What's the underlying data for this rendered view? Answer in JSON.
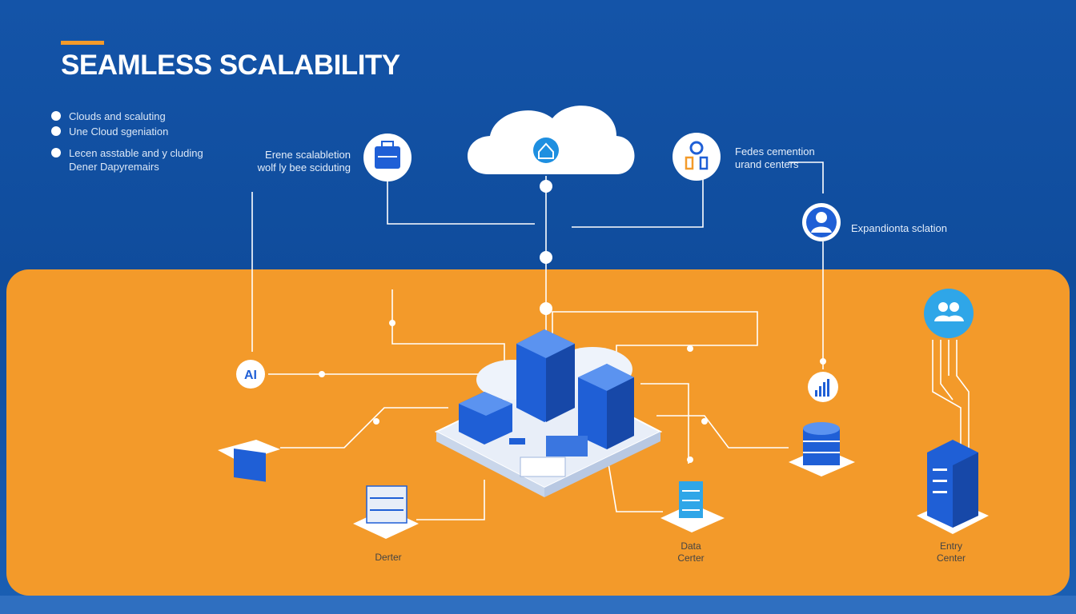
{
  "header": {
    "title": "SEAMLESS SCALABILITY"
  },
  "bullets": [
    "Clouds and scaluting",
    "Une Cloud sgeniation",
    "Lecen asstable and y cluding\nDener Dapyremairs"
  ],
  "labels": {
    "left_callout": "Erene scalabletion\nwolf ly bee sciduting",
    "right_callout": "Fedes cemention\nurand centers",
    "expand": "Expandionta sclation"
  },
  "device_labels": {
    "server": "Derter",
    "data_center": "Data\nCerter",
    "entry_center": "Entry\nCenter"
  },
  "icons": {
    "top_left_circle": "briefcase-icon",
    "cloud": "cloud-home-icon",
    "top_right_circle": "connector-icon",
    "user_circle": "user-icon",
    "group_circle": "group-icon",
    "ai_circle": "ai-icon",
    "chart_circle": "bar-chart-icon"
  },
  "colors": {
    "background": "#0f4fa0",
    "panel": "#f39a2a",
    "accent": "#f39a2a",
    "device_blue": "#1f5fd6",
    "line": "#ffffff"
  }
}
